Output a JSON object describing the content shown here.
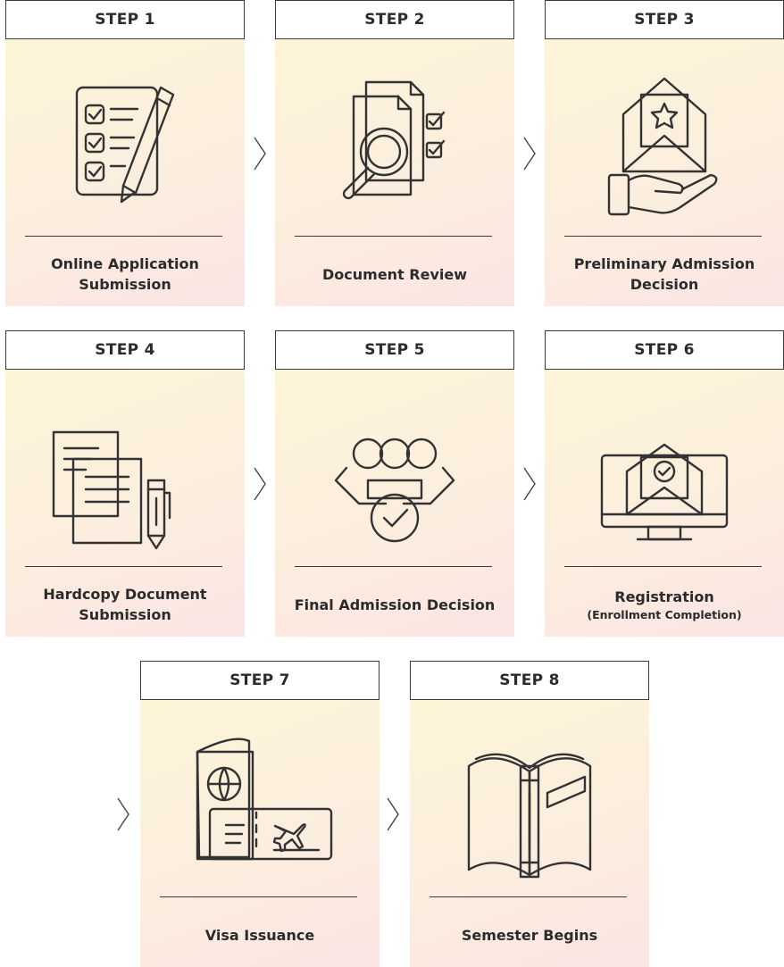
{
  "steps": [
    {
      "header": "STEP 1",
      "label": "Online Application Submission",
      "icon": "checklist-pencil-icon"
    },
    {
      "header": "STEP 2",
      "label": "Document Review",
      "icon": "document-magnifier-icon"
    },
    {
      "header": "STEP 3",
      "label": "Preliminary Admission Decision",
      "icon": "envelope-hand-icon"
    },
    {
      "header": "STEP 4",
      "label": "Hardcopy Document Submission",
      "icon": "documents-pen-icon"
    },
    {
      "header": "STEP 5",
      "label": "Final Admission Decision",
      "icon": "people-checkmark-icon"
    },
    {
      "header": "STEP 6",
      "label": "Registration",
      "sublabel": "(Enrollment Completion)",
      "icon": "monitor-envelope-icon"
    },
    {
      "header": "STEP 7",
      "label": "Visa Issuance",
      "icon": "passport-ticket-icon"
    },
    {
      "header": "STEP 8",
      "label": "Semester Begins",
      "icon": "open-book-icon"
    }
  ],
  "colors": {
    "border": "#3a3a3a",
    "text": "#2b2b2b",
    "gradient_start": "#fdf5d8",
    "gradient_end": "#fbe4e4"
  }
}
